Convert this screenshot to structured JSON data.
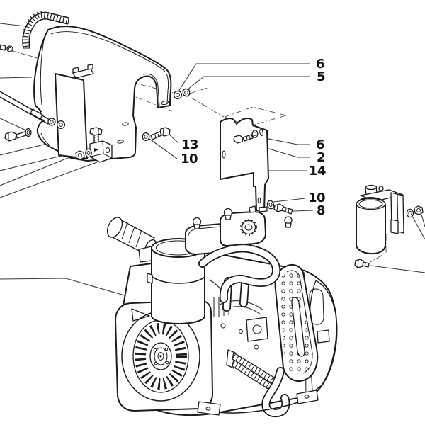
{
  "page": {
    "background_color": "#ffffff",
    "line_color": "#1b1b1b",
    "label_color": "#111111",
    "type_note": "exploded parts diagram"
  },
  "callouts": [
    {
      "part": "washer-upper",
      "label": "6"
    },
    {
      "part": "nut-upper",
      "label": "5"
    },
    {
      "part": "bolt-left",
      "label": "13"
    },
    {
      "part": "washer-left",
      "label": "10"
    },
    {
      "part": "washer-plate",
      "label": "6"
    },
    {
      "part": "bolt-plate",
      "label": "2"
    },
    {
      "part": "mounting-plate",
      "label": "14"
    },
    {
      "part": "washer-lower",
      "label": "10"
    },
    {
      "part": "bolt-lower",
      "label": "8"
    }
  ]
}
